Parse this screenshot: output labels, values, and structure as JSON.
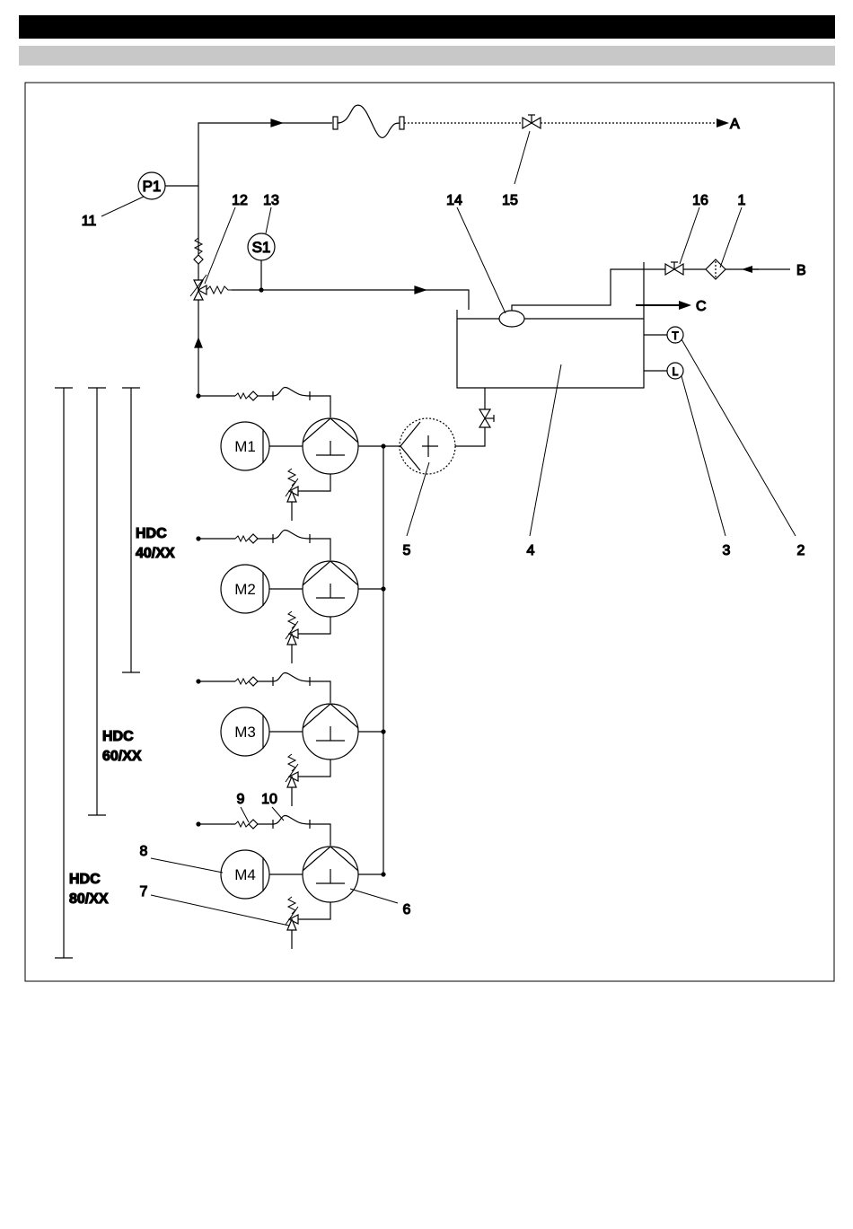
{
  "header": {
    "bar_color": "#000000",
    "subbar_color": "#c8c8c8"
  },
  "diagram": {
    "instruments": {
      "p1": "P1",
      "s1": "S1",
      "t": "T",
      "l": "L"
    },
    "outlets": {
      "a": "A",
      "b": "B",
      "c": "C"
    },
    "motors": [
      "M1",
      "M2",
      "M3",
      "M4"
    ],
    "callouts": {
      "n1": "1",
      "n2": "2",
      "n3": "3",
      "n4": "4",
      "n5": "5",
      "n6": "6",
      "n7": "7",
      "n8": "8",
      "n9": "9",
      "n10": "10",
      "n11": "11",
      "n12": "12",
      "n13": "13",
      "n14": "14",
      "n15": "15",
      "n16": "16"
    },
    "groups": [
      {
        "line1": "HDC",
        "line2": "40/XX"
      },
      {
        "line1": "HDC",
        "line2": "60/XX"
      },
      {
        "line1": "HDC",
        "line2": "80/XX"
      }
    ]
  }
}
